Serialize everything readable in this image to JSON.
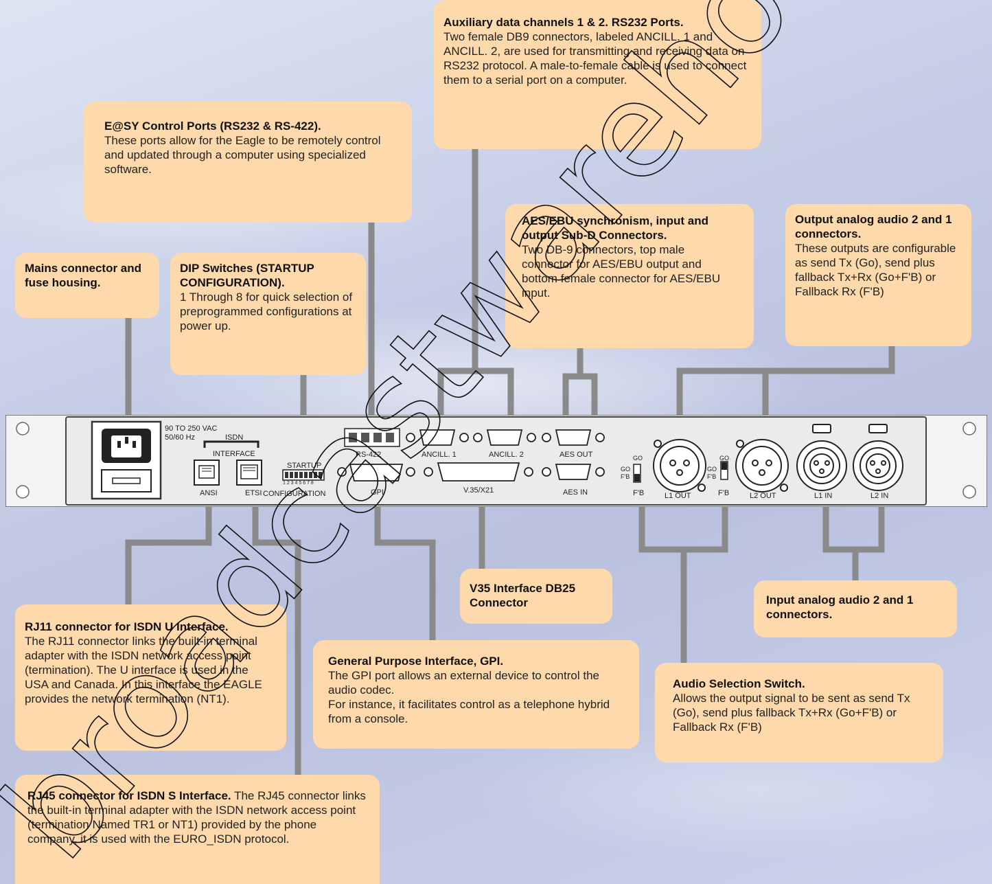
{
  "callouts": {
    "aux": {
      "title": "Auxiliary data channels 1 & 2. RS232 Ports.",
      "text": "Two female DB9 connectors, labeled ANCILL. 1 and ANCILL. 2, are used for transmitting and receiving data on RS232 protocol. A male-to-female cable is used to connect them to a serial port on a computer."
    },
    "easy": {
      "title": "E@SY Control Ports (RS232 & RS-422).",
      "text": "These ports allow for the Eagle to be remotely control and updated through a computer using specialized software."
    },
    "mains": {
      "title": "Mains connector and fuse housing."
    },
    "dip": {
      "title": "DIP Switches (STARTUP CONFIGURATION).",
      "text": "1 Through 8 for quick selection of preprogrammed configurations at power up."
    },
    "aes": {
      "title": "AES/EBU synchronism, input and output Sub-D Connectors.",
      "text": "Two DB-9 connectors, top male connector for AES/EBU output and bottom female connector for AES/EBU input."
    },
    "outAudio": {
      "title": "Output analog audio 2 and 1 connectors.",
      "text": "These outputs are configurable as send Tx (Go), send plus fallback Tx+Rx (Go+F'B) or Fallback Rx (F'B)"
    },
    "v35": {
      "title": "V35 Interface DB25 Connector"
    },
    "inAudio": {
      "title": "Input analog audio 2 and 1 connectors."
    },
    "rj11": {
      "title": "RJ11 connector for ISDN U Interface.",
      "text": "The RJ11 connector links the built-in terminal adapter with the ISDN network access point (termination). The U interface is used in the USA and Canada. In this interface the EAGLE provides the network termination (NT1)."
    },
    "gpi": {
      "title": "General Purpose Interface, GPI.",
      "text": "The GPI port allows an external device to control the audio codec.",
      "text2": "For instance, it facilitates control as a telephone hybrid from a console."
    },
    "audioSel": {
      "title": "Audio Selection Switch.",
      "text": "Allows the output signal to be sent as send Tx (Go), send plus fallback Tx+Rx (Go+F'B) or Fallback Rx (F'B)"
    },
    "rj45": {
      "title": "RJ45 connector for ISDN S Interface.",
      "text": "The RJ45 connector links the built-in terminal adapter with the ISDN network access point (termination Named TR1 or NT1) provided by the phone company, it is used with the EURO_ISDN protocol."
    }
  },
  "panel": {
    "voltage": "90 TO 250 VAC",
    "freq": "50/60 Hz",
    "isdn1": "ISDN",
    "isdn2": "INTERFACE",
    "ansi": "ANSI",
    "etsi": "ETSI",
    "startup": "STARTUP",
    "dipnums": "1 2 3 4 5 6 7 8",
    "config": "CONFIGURATION",
    "rs422": "RS-422",
    "gpi": "GPI",
    "ancill1": "ANCILL. 1",
    "ancill2": "ANCILL. 2",
    "v35": "V.35/X21",
    "aesout": "AES OUT",
    "aesin": "AES IN",
    "go": "GO",
    "fb": "F'B",
    "l1out": "L1 OUT",
    "l2out": "L2 OUT",
    "l1in": "L1 IN",
    "l2in": "L2 IN"
  },
  "watermark": "broadcastwarehouse",
  "colors": {
    "callout": "#fed9ab",
    "connector": "#8a8a8a",
    "panel": "#f2f2f2"
  }
}
